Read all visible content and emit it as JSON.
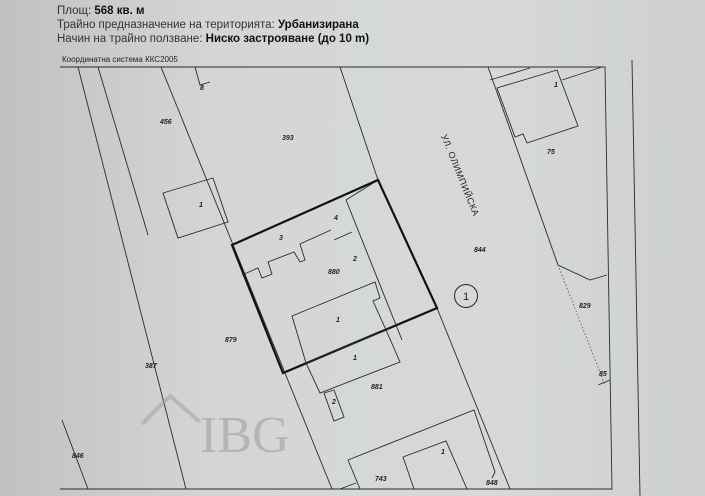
{
  "header": {
    "area_label": "Площ:",
    "area_value": "568 кв. м",
    "purpose_label": "Трайно предназначение на територията:",
    "purpose_value": "Урбанизирана",
    "usage_label": "Начин на трайно ползване:",
    "usage_value": "Ниско застрояване (до 10 m)"
  },
  "map": {
    "coordinate_system": "Координатна система ККС2005",
    "street_name": "УЛ. ОЛИМПИЙСКА",
    "watermark": "IBG",
    "parcel_labels": {
      "p8": "8",
      "p456": "456",
      "p393": "393",
      "b1_left": "1",
      "p387": "387",
      "p879": "879",
      "p846": "846",
      "b3": "3",
      "b4": "4",
      "b2_top": "2",
      "p880": "880",
      "b1_main": "1",
      "b1_lower": "1",
      "p881": "881",
      "b2_lower": "2",
      "p743": "743",
      "b1_bottom": "1",
      "p848": "848",
      "p844": "844",
      "p829": "829",
      "p85": "85",
      "p75": "75",
      "b1_topright": "1"
    },
    "marker_circle": "1"
  }
}
